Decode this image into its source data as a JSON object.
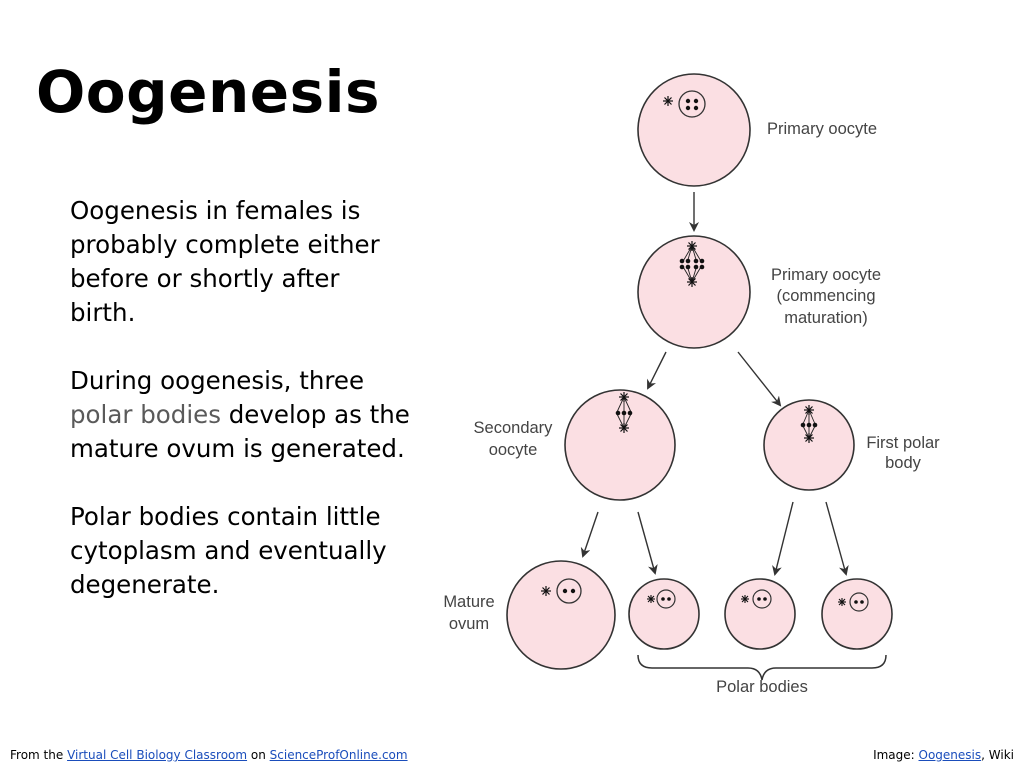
{
  "slide": {
    "title": "Oogenesis",
    "paragraph1": "Oogenesis in females is probably complete either before or shortly after birth.",
    "paragraph2_before": "During oogenesis, three ",
    "paragraph2_highlight": "polar bodies",
    "paragraph2_after": " develop as the mature ovum is generated.",
    "paragraph3": "Polar bodies contain little cytoplasm and eventually degenerate."
  },
  "diagram": {
    "labels": {
      "primary_oocyte": "Primary oocyte",
      "commencing_line1": "Primary oocyte",
      "commencing_line2": "(commencing",
      "commencing_line3": "maturation)",
      "secondary_line1": "Secondary",
      "secondary_line2": "oocyte",
      "first_polar_line1": "First polar",
      "first_polar_line2": "body",
      "mature_line1": "Mature",
      "mature_line2": "ovum",
      "polar_bodies": "Polar bodies"
    },
    "colors": {
      "cell_fill": "#fbdfe3",
      "cell_stroke": "#333333",
      "arrow": "#333333"
    }
  },
  "footer": {
    "from_prefix": "From the ",
    "link1": "Virtual Cell Biology Classroom",
    "on": " on ",
    "link2": "ScienceProfOnline.com",
    "image_prefix": "Image: ",
    "link3": "Oogenesis",
    "suffix": ", Wiki"
  }
}
